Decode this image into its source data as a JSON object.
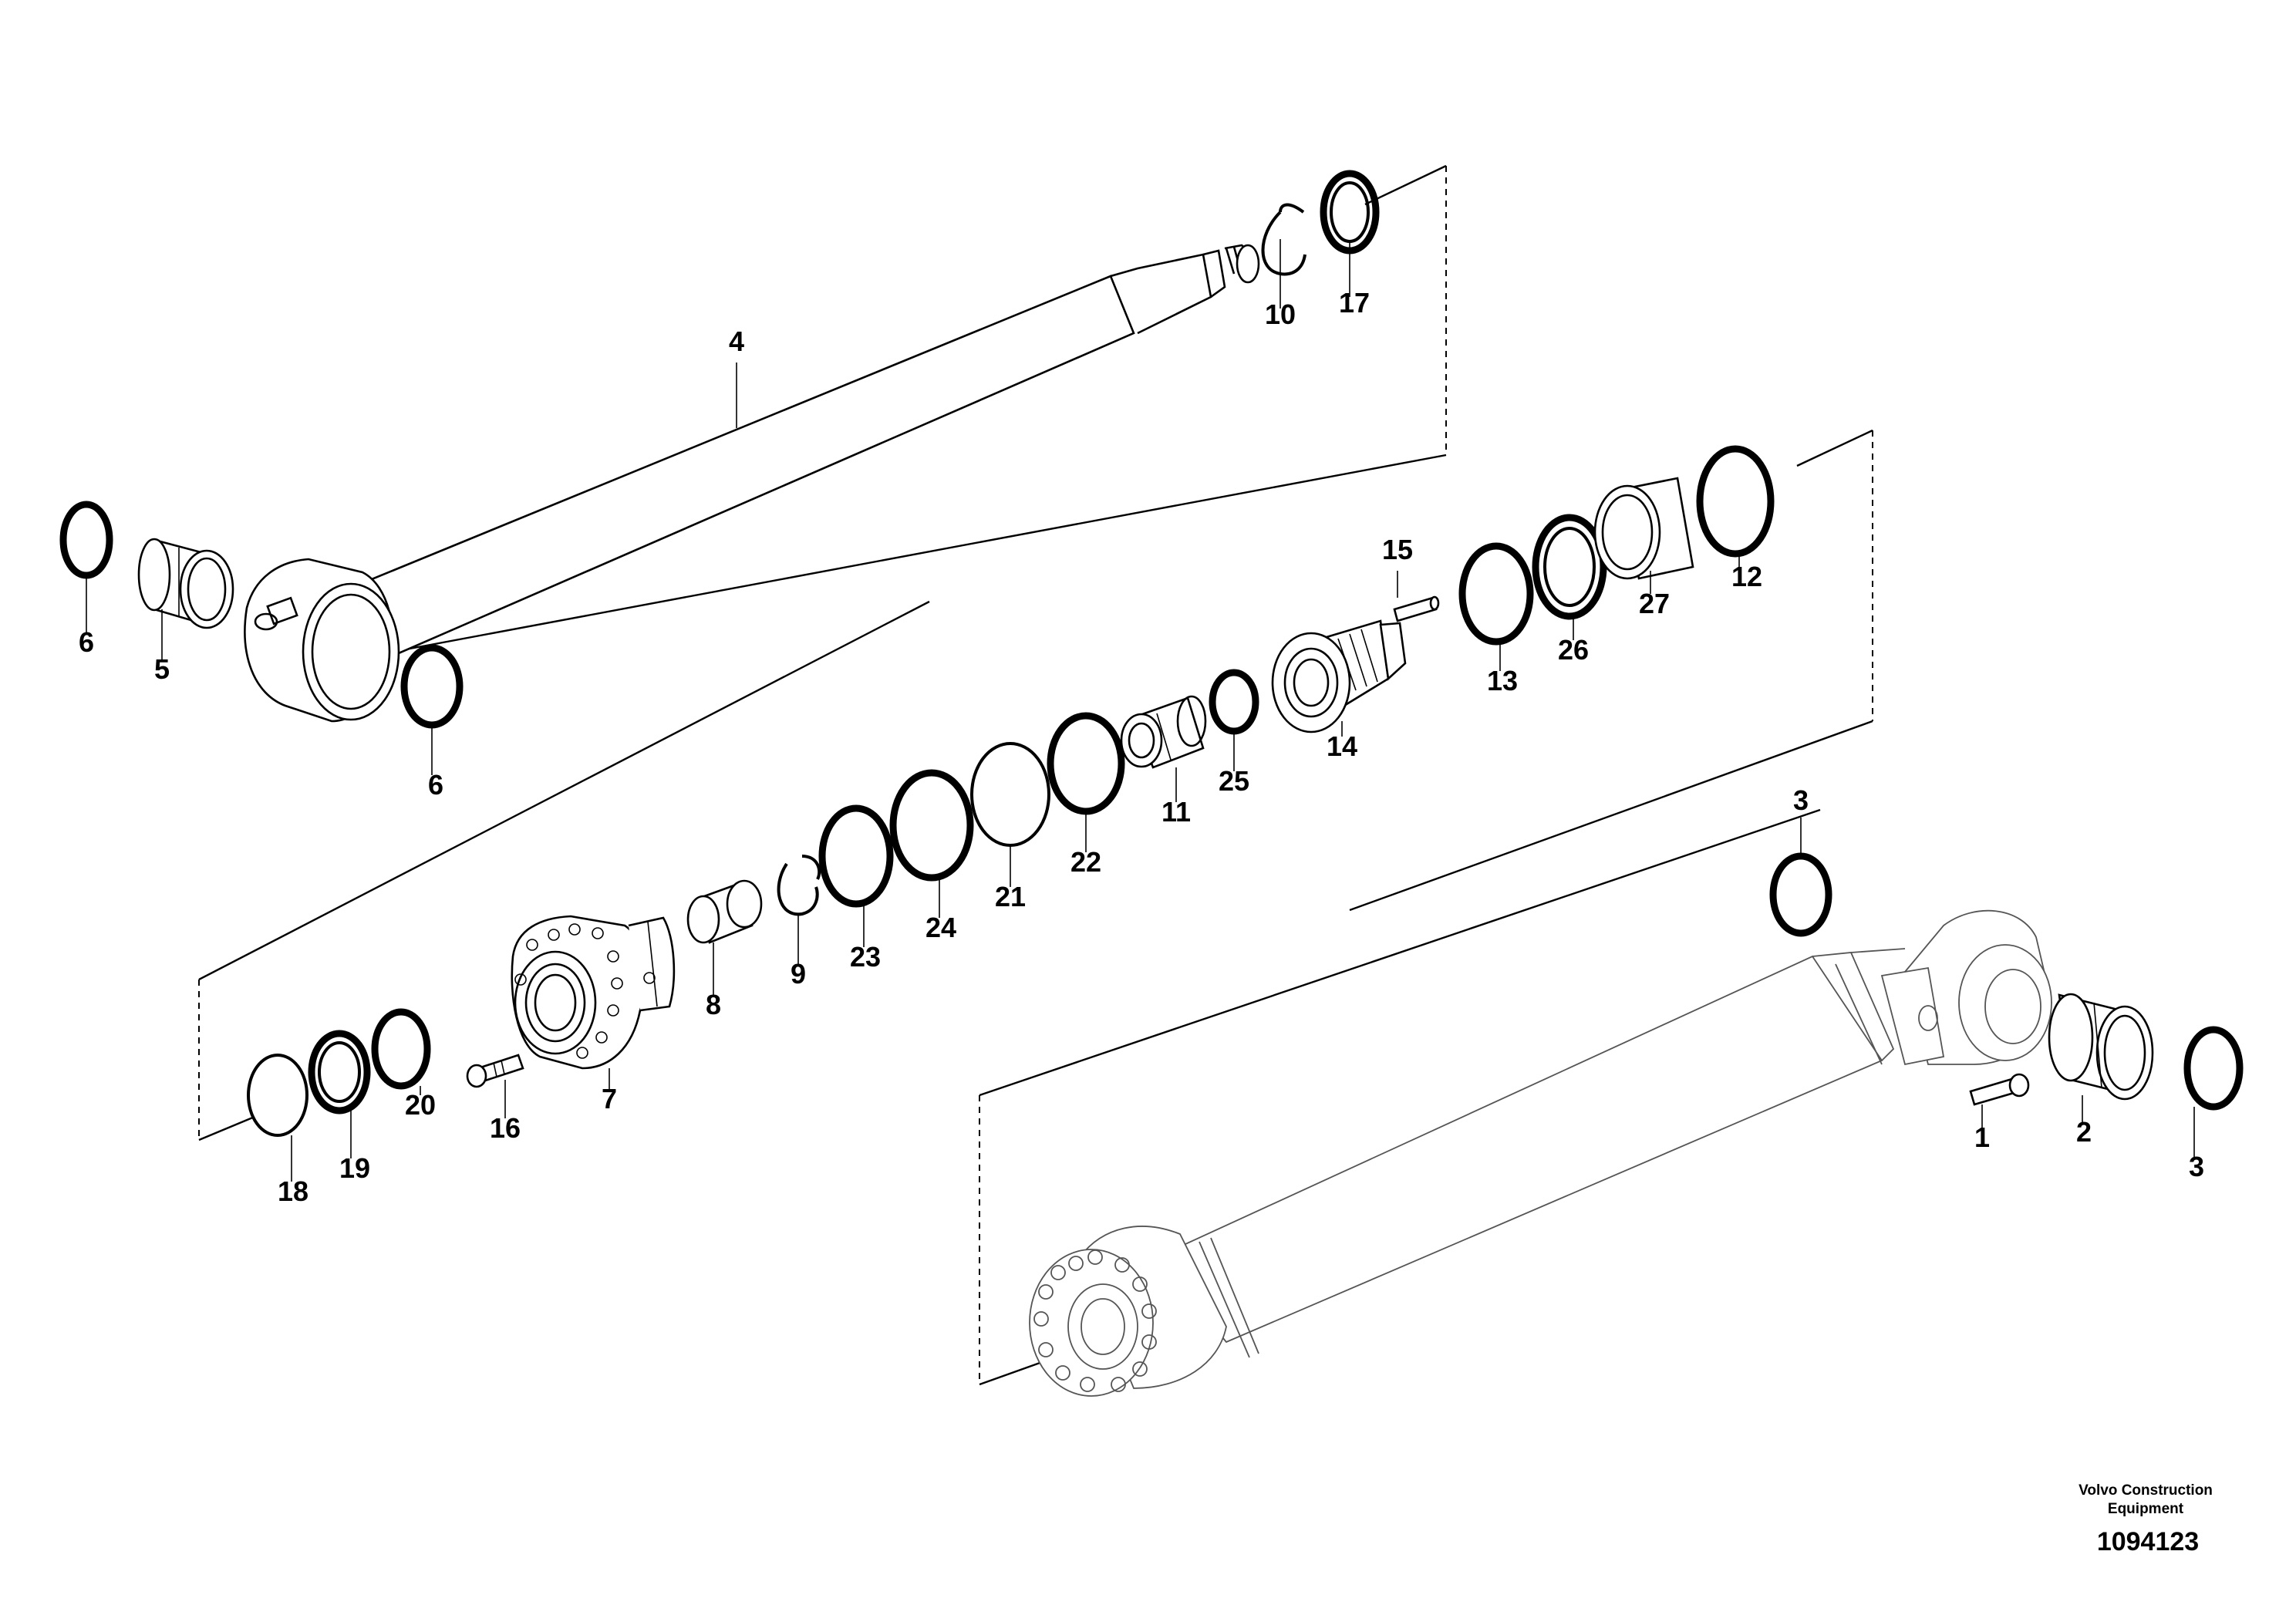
{
  "diagram": {
    "callouts": [
      "4",
      "10",
      "17",
      "6",
      "5",
      "6",
      "15",
      "12",
      "13",
      "26",
      "27",
      "14",
      "11",
      "25",
      "22",
      "21",
      "24",
      "23",
      "9",
      "8",
      "7",
      "16",
      "20",
      "19",
      "18",
      "3",
      "1",
      "2",
      "3"
    ]
  },
  "footer": {
    "company_line1": "Volvo Construction",
    "company_line2": "Equipment",
    "document_number": "1094123"
  }
}
